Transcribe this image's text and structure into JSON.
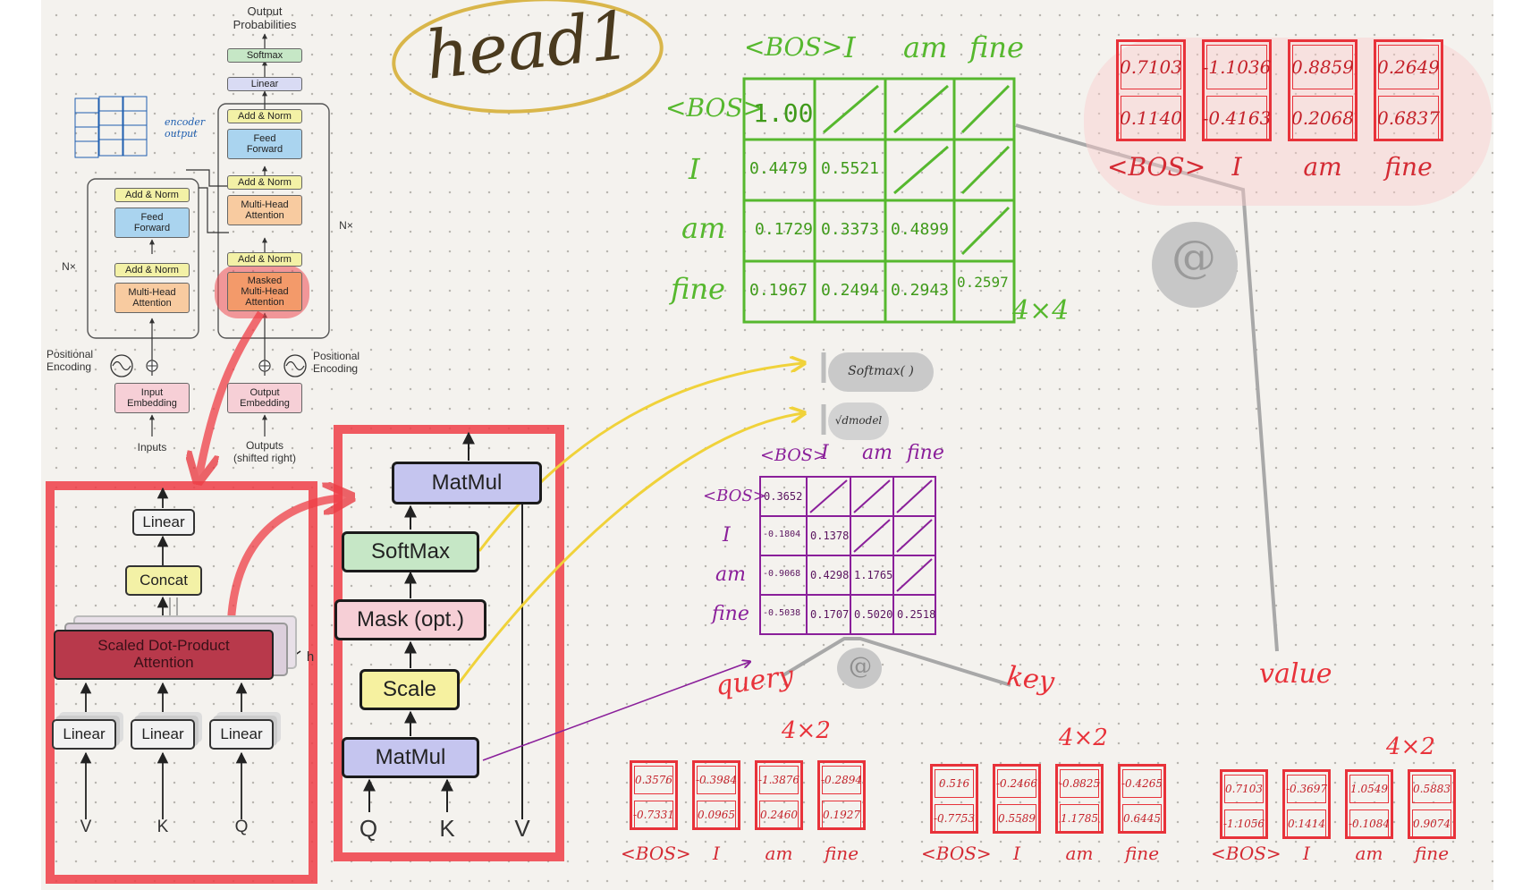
{
  "colors": {
    "paper": "#f4f2ee",
    "red": "#e8323a",
    "green": "#56b82e",
    "purple": "#8a1f9a",
    "yellow": "#f0d23a",
    "gray": "#a9a9a9",
    "blue": "#1f5fb0"
  },
  "title_handwritten": "head1",
  "transformer": {
    "output_probabilities": "Output\nProbabilities",
    "softmax": "Softmax",
    "linear": "Linear",
    "add_norm": "Add & Norm",
    "feed_forward": "Feed\nForward",
    "multi_head_attention": "Multi-Head\nAttention",
    "masked_mha": "Masked\nMulti-Head\nAttention",
    "nx": "N×",
    "positional_encoding": "Positional\nEncoding",
    "input_embedding": "Input\nEmbedding",
    "output_embedding": "Output\nEmbedding",
    "inputs": "Inputs",
    "outputs": "Outputs\n(shifted right)",
    "encoder_output_note": "encoder\noutput"
  },
  "mha_block": {
    "linear": "Linear",
    "concat": "Concat",
    "sdpa": "Scaled Dot-Product\nAttention",
    "h": "h",
    "inputs": [
      "V",
      "K",
      "Q"
    ]
  },
  "sdpa_block": {
    "matmul_top": "MatMul",
    "softmax": "SoftMax",
    "mask": "Mask (opt.)",
    "scale": "Scale",
    "matmul_bottom": "MatMul",
    "inputs": [
      "Q",
      "K",
      "V"
    ]
  },
  "annotations": {
    "softmax_pill": "Softmax( )",
    "sqrt_pill": "√dmodel",
    "at": "@",
    "query": "query",
    "key": "key",
    "value": "value",
    "shape_4x4": "4×4",
    "shape_4x2": "4×2"
  },
  "tokens": [
    "<BOS>",
    "I",
    "am",
    "fine"
  ],
  "attention_weights": {
    "rows": [
      [
        "1.00",
        "",
        "",
        ""
      ],
      [
        "0.4479",
        "0.5521",
        "",
        ""
      ],
      [
        "0.1729",
        "0.3373",
        "0.4899",
        ""
      ],
      [
        "0.1967",
        "0.2494",
        "0.2943",
        "0.2597"
      ]
    ]
  },
  "scores": {
    "rows": [
      [
        "0.3652",
        "",
        "",
        ""
      ],
      [
        "-0.1804",
        "0.1378",
        "",
        ""
      ],
      [
        "-0.9068",
        "0.4298",
        "1.1765",
        ""
      ],
      [
        "-0.5038",
        "0.1707",
        "0.5020",
        "0.2518"
      ]
    ]
  },
  "output_vectors": [
    [
      "0.7103",
      "0.1140"
    ],
    [
      "-1.1036",
      "-0.4163"
    ],
    [
      "0.8859",
      "0.2068"
    ],
    [
      "0.2649",
      "0.6837"
    ]
  ],
  "query_vectors": [
    [
      "0.3576",
      "-0.7331"
    ],
    [
      "-0.3984",
      "0.0965"
    ],
    [
      "-1.3876",
      "0.2460"
    ],
    [
      "-0.2894",
      "0.1927"
    ]
  ],
  "key_vectors": [
    [
      "0.516",
      "-0.7753"
    ],
    [
      "-0.2466",
      "0.5589"
    ],
    [
      "-0.8825",
      "1.1785"
    ],
    [
      "-0.4265",
      "0.6445"
    ]
  ],
  "value_vectors": [
    [
      "0.7103",
      "-1.1056"
    ],
    [
      "-0.3697",
      "0.1414"
    ],
    [
      "1.0549",
      "-0.1084"
    ],
    [
      "0.5883",
      "0.9074"
    ]
  ]
}
